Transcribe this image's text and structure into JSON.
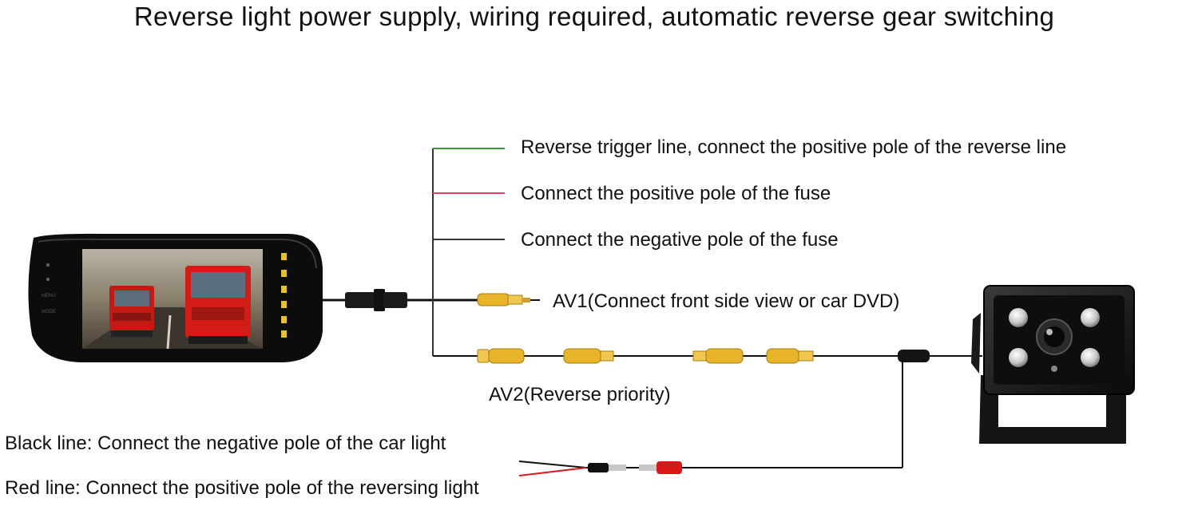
{
  "title": "Reverse light power supply, wiring required, automatic reverse gear switching",
  "labels": {
    "reverse_trigger": "Reverse trigger line, connect the positive pole of the reverse line",
    "fuse_positive": "Connect the positive pole of the fuse",
    "fuse_negative": "Connect the negative pole of the fuse",
    "av1": "AV1(Connect front side view or car DVD)",
    "av2": "AV2(Reverse priority)",
    "black_line": "Black line: Connect the negative pole of the car light",
    "red_line": "Red line: Connect the positive pole of the reversing light"
  },
  "components": {
    "monitor": "rearview-mirror-monitor",
    "camera": "reversing-camera"
  },
  "colors": {
    "trigger_wire": "#3a9a3a",
    "fuse_positive_wire": "#e0406a",
    "fuse_negative_wire": "#333333",
    "rca_plug": "#e8b52a",
    "red_plug": "#d81818",
    "black_plug": "#111111"
  }
}
